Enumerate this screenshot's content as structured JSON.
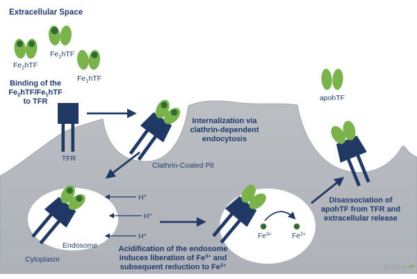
{
  "colors": {
    "navy": "#203864",
    "green": "#7ab34c",
    "dark_green": "#2f6b31",
    "membrane_gray": "#b5b8bd",
    "background": "#ffffff"
  },
  "title": "Extracellular Space",
  "molecules": {
    "fe2htf": {
      "pre": "Fe",
      "sub": "2",
      "post": "hTF"
    },
    "fe1htf_a": {
      "pre": "Fe",
      "sub": "1",
      "post": "hTF"
    },
    "fe1htf_b": {
      "pre": "Fe",
      "sub": "1",
      "post": "hTF"
    },
    "apohtf": "apohTF"
  },
  "labels": {
    "tfr": "TFR",
    "clathrin_pit": "Clathrin-Coated Pit",
    "endosome": "Endosome",
    "cytoplasm": "Cytoplasm"
  },
  "proton": {
    "base": "H",
    "sup": "+"
  },
  "iron": {
    "fe3": {
      "pre": "Fe",
      "sup": "3+"
    },
    "fe2": {
      "pre": "Fe",
      "sup": "2+"
    }
  },
  "captions": {
    "binding": {
      "l1": "Binding of the",
      "l2": {
        "p1": "Fe",
        "s1": "2",
        "p2": "hTF/Fe",
        "s2": "1",
        "p3": "hTF"
      },
      "l3": "to TFR"
    },
    "internalization": {
      "l1": "Internalization via",
      "l2": "clathrin-dependent",
      "l3": "endocytosis"
    },
    "acidification": {
      "l1": "Acidification of the endosome",
      "l2a": "induces liberation of Fe",
      "l2sup": "3+",
      "l2b": " and",
      "l3a": "subsequent reduction to Fe",
      "l3sup": "2+"
    },
    "disassociation": {
      "l1": "Disassociation of",
      "l2": "apohTF from TFR and",
      "l3": "extracellular release"
    }
  },
  "watermark": "InVitria"
}
